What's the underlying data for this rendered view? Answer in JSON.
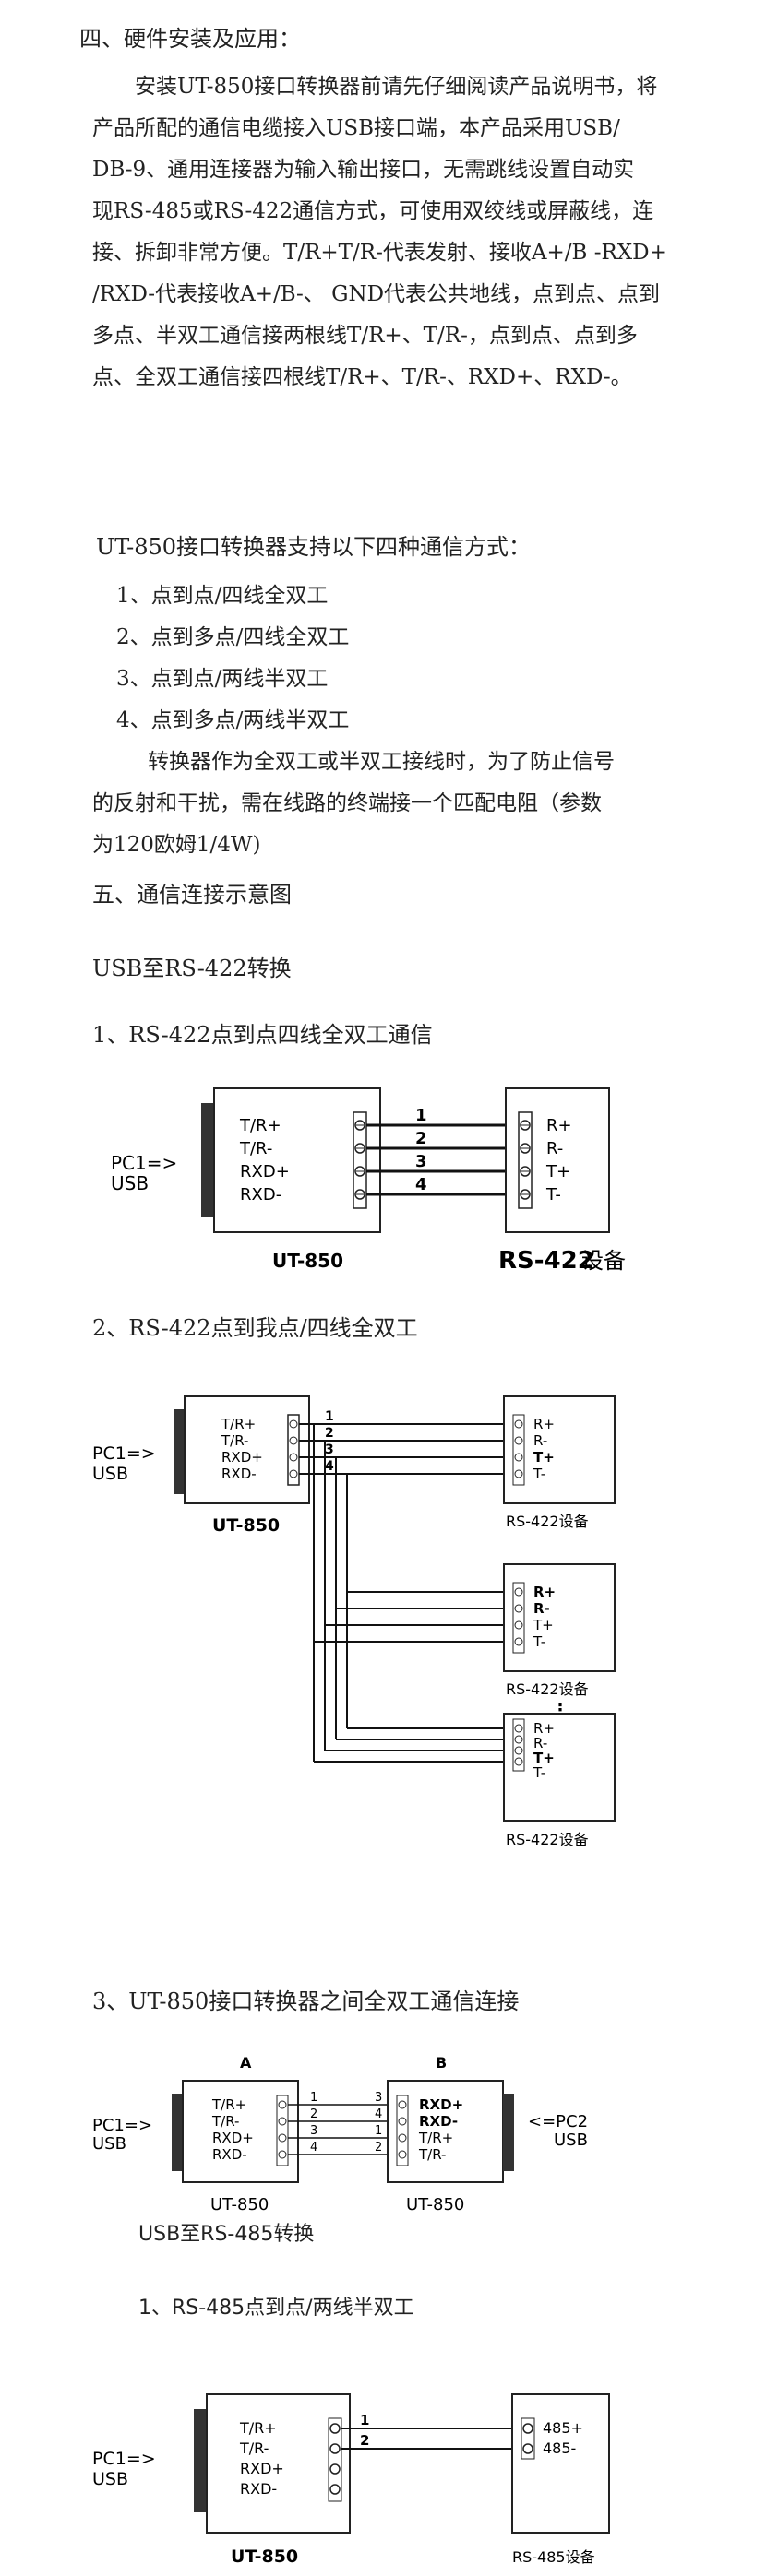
{
  "section4": {
    "heading": "四、硬件安装及应用：",
    "para1": [
      "安装UT-850接口转换器前请先仔细阅读产品说明书，将",
      "产品所配的通信电缆接入USB接口端，本产品采用USB/",
      "DB-9、通用连接器为输入输出接口，无需跳线设置自动实",
      "现RS-485或RS-422通信方式，可使用双绞线或屏蔽线，连",
      "接、拆卸非常方便。T/R+T/R-代表发射、接收A+/B -RXD+",
      "/RXD-代表接收A+/B-、 GND代表公共地线，点到点、点到",
      "多点、半双工通信接两根线T/R+、T/R-，点到点、点到多",
      "点、全双工通信接四根线T/R+、T/R-、RXD+、RXD-。"
    ],
    "modes_intro": "UT-850接口转换器支持以下四种通信方式：",
    "modes": [
      "1、点到点/四线全双工",
      "2、点到多点/四线全双工",
      "3、点到点/两线半双工",
      "4、点到多点/两线半双工"
    ],
    "para2": [
      "转换器作为全双工或半双工接线时，为了防止信号",
      "的反射和干扰，需在线路的终端接一个匹配电阻（参数",
      "为120欧姆1/4W)"
    ]
  },
  "section5": {
    "heading": "五、通信连接示意图",
    "usb_422": "USB至RS-422转换",
    "d1_title": "1、RS-422点到点四线全双工通信",
    "d2_title": "2、RS-422点到我点/四线全双工",
    "d3_title": "3、UT-850接口转换器之间全双工通信连接",
    "usb_485": "USB至RS-485转换",
    "d4_title": "1、RS-485点到点/两线半双工"
  },
  "diagram1": {
    "pc_label": "PC1=>",
    "usb_label": "USB",
    "device_name": "UT-850",
    "pins_left": [
      "T/R+",
      "T/R-",
      "RXD+",
      "RXD-"
    ],
    "wires": [
      "1",
      "2",
      "3",
      "4"
    ],
    "pins_right": [
      "R+",
      "R-",
      "T+",
      "T-"
    ],
    "target_model": "RS-422",
    "target_suffix": "设备"
  },
  "diagram2": {
    "pc_label": "PC1=>",
    "usb_label": "USB",
    "device_name": "UT-850",
    "pins_left": [
      "T/R+",
      "T/R-",
      "RXD+",
      "RXD-"
    ],
    "wires": [
      "1",
      "2",
      "3",
      "4"
    ],
    "pins_right": [
      "R+",
      "R-",
      "T+",
      "T-"
    ],
    "target_label": "RS-422设备",
    "ellipsis": "⋮"
  },
  "diagram3": {
    "label_a": "A",
    "label_b": "B",
    "pc1": "PC1=>",
    "usb1": "USB",
    "pc2": "<=PC2",
    "usb2": "USB",
    "pins_a": [
      "T/R+",
      "T/R-",
      "RXD+",
      "RXD-"
    ],
    "wires_a": [
      "1",
      "2",
      "3",
      "4"
    ],
    "wires_b": [
      "3",
      "4",
      "1",
      "2"
    ],
    "pins_b": [
      "RXD+",
      "RXD-",
      "T/R+",
      "T/R-"
    ],
    "name_a": "UT-850",
    "name_b": "UT-850"
  },
  "diagram4": {
    "pc_label": "PC1=>",
    "usb_label": "USB",
    "device_name": "UT-850",
    "pins_left": [
      "T/R+",
      "T/R-",
      "RXD+",
      "RXD-"
    ],
    "wires": [
      "1",
      "2"
    ],
    "pins_right": [
      "485+",
      "485-"
    ],
    "target_label": "RS-485设备"
  }
}
